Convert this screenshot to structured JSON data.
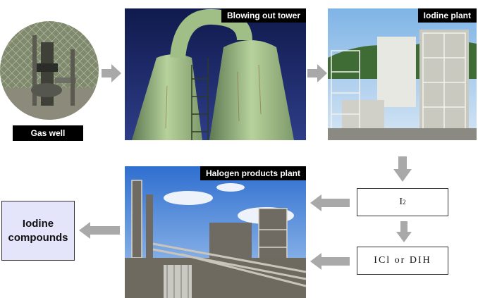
{
  "nodes": {
    "gas_well": "Gas well",
    "blowing_out_tower": "Blowing out tower",
    "iodine_plant": "Iodine plant",
    "halogen_products_plant": "Halogen products plant",
    "i2_base": "I",
    "i2_sub": "2",
    "icl_or_dih": "ICl or DIH",
    "iodine_compounds_line1": "Iodine",
    "iodine_compounds_line2": "compounds"
  },
  "colors": {
    "arrow": "#a9a9a9",
    "caption_bg": "#000000",
    "compounds_bg": "#e4e4fb",
    "tower_green": "#a9c690",
    "sky_blue": "#1f2d6b"
  },
  "edges": [
    {
      "from": "gas_well",
      "to": "blowing_out_tower"
    },
    {
      "from": "blowing_out_tower",
      "to": "iodine_plant"
    },
    {
      "from": "iodine_plant",
      "to": "i2"
    },
    {
      "from": "i2",
      "to": "icl_or_dih"
    },
    {
      "from": "i2",
      "to": "halogen_products_plant"
    },
    {
      "from": "icl_or_dih",
      "to": "halogen_products_plant"
    },
    {
      "from": "halogen_products_plant",
      "to": "iodine_compounds"
    }
  ]
}
